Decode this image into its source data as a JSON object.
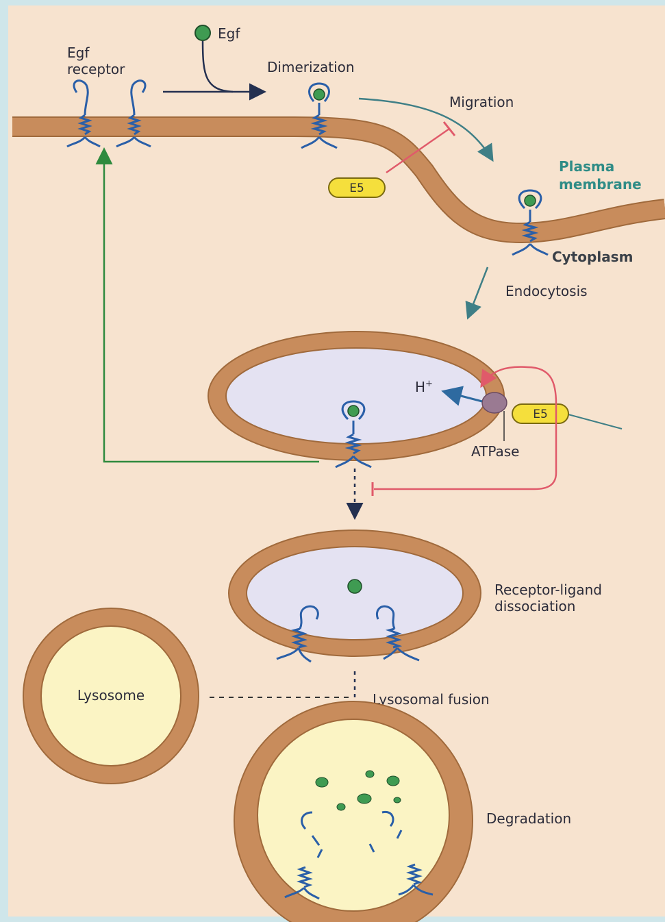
{
  "labels": {
    "egf_ligand": "Egf",
    "egf_receptor_line1": "Egf",
    "egf_receptor_line2": "receptor",
    "dimerization": "Dimerization",
    "migration": "Migration",
    "e5_top": "E5",
    "plasma_membrane_line1": "Plasma",
    "plasma_membrane_line2": "membrane",
    "cytoplasm": "Cytoplasm",
    "endocytosis": "Endocytosis",
    "h_plus": "H",
    "h_plus_sup": "+",
    "e5_atpase": "E5",
    "atpase": "ATPase",
    "receptor_ligand_line1": "Receptor-ligand",
    "receptor_ligand_line2": "dissociation",
    "lysosome": "Lysosome",
    "lysosomal_fusion": "Lysosomal fusion",
    "degradation": "Degradation"
  },
  "colors": {
    "membrane": "#c88c5c",
    "membrane_edge": "#a06a3c",
    "vesicle_interior": "#e4e2f2",
    "lysosome_interior": "#fbf4c4",
    "ligand": "#3f9b52",
    "receptor": "#2a5fa8",
    "recycle_arrow": "#2f8a3e",
    "inhibit": "#e05a6a",
    "e5_tag": "#f5df3c",
    "atpase": "#9a7a92"
  }
}
